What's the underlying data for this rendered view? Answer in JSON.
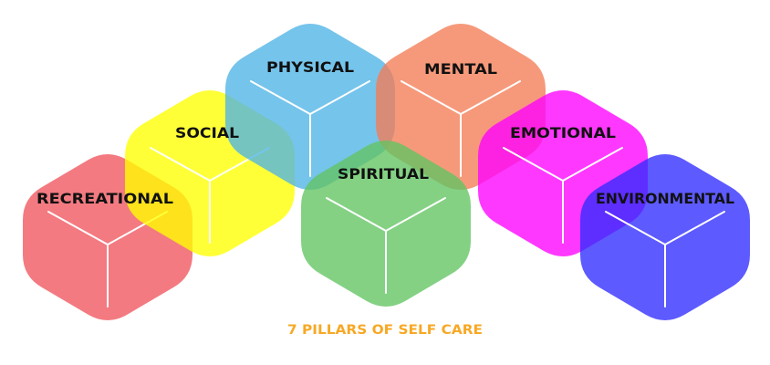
{
  "caption": "7 PILLARS OF SELF CARE",
  "caption_color": "#f7a824",
  "cubes": [
    {
      "label": "RECREATIONAL",
      "color": "#f0555e"
    },
    {
      "label": "SOCIAL",
      "color": "#ffff00"
    },
    {
      "label": "PHYSICAL",
      "color": "#4eb3e6"
    },
    {
      "label": "MENTAL",
      "color": "#f47c56"
    },
    {
      "label": "EMOTIONAL",
      "color": "#ff00ff"
    },
    {
      "label": "SPIRITUAL",
      "color": "#62c462"
    },
    {
      "label": "ENVIRONMENTAL",
      "color": "#2f2cff"
    }
  ]
}
